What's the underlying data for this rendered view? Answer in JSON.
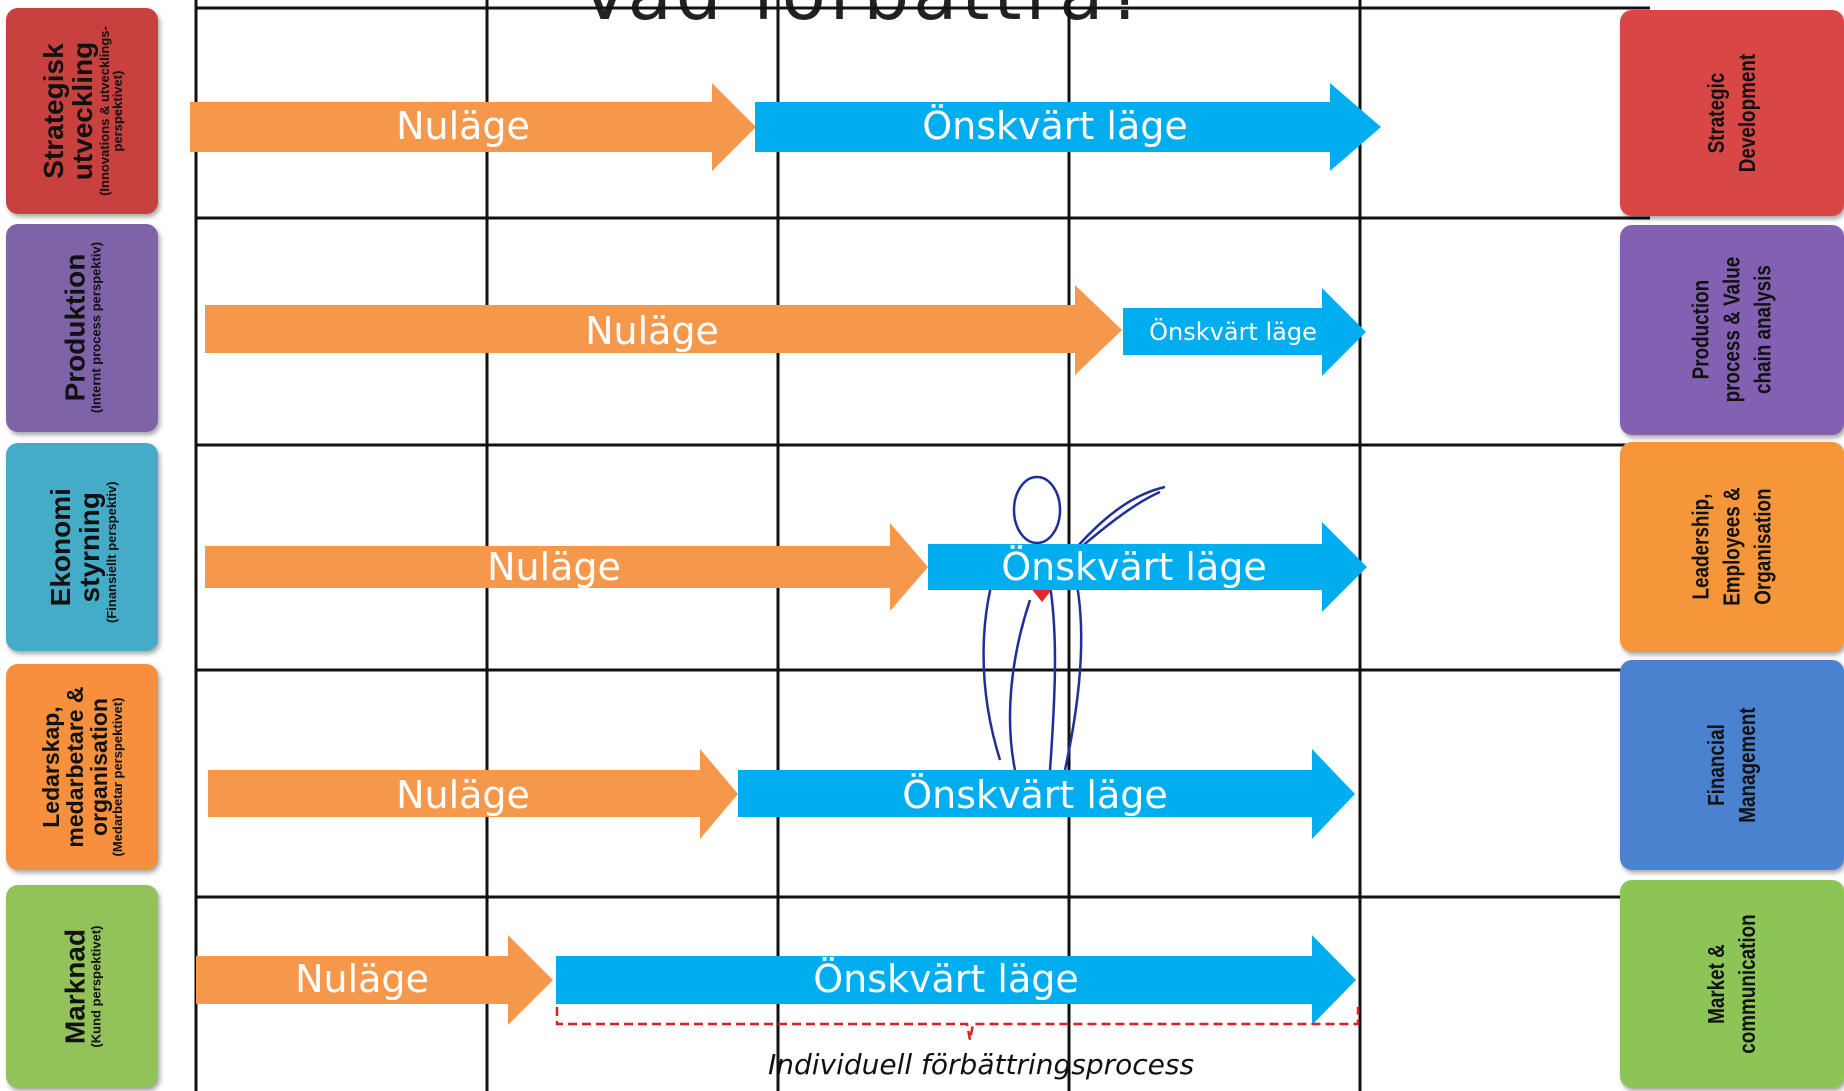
{
  "title_fragment": "Vad förbättra?",
  "left_panels": [
    {
      "main": "Strategisk utveckling",
      "sub": "(Innovations & utvecklings- perspektivet)",
      "color": "#c8413f"
    },
    {
      "main": "Produktion",
      "sub": "(Internt process perspektiv)",
      "color": "#7e63a8"
    },
    {
      "main": "Ekonomi styrning",
      "sub": "(Finansiellt perspektiv)",
      "color": "#45acc8"
    },
    {
      "main": "Ledarskap, medarbetare & organisation",
      "sub": "(Medarbetar perspektivet)",
      "color": "#f6903d"
    },
    {
      "main": "Marknad",
      "sub": "(Kund perspektivet)",
      "color": "#93c25a"
    }
  ],
  "right_panels": [
    {
      "label": "Strategic Development",
      "color": "#d94646"
    },
    {
      "label": "Production process & Value chain analysis",
      "color": "#8460b3"
    },
    {
      "label": "Leadership, Employees & Organisation",
      "color": "#f6963a"
    },
    {
      "label": "Financial Management",
      "color": "#4a82cf"
    },
    {
      "label": "Market & communication",
      "color": "#8dc456"
    }
  ],
  "rows": [
    {
      "current_label": "Nuläge",
      "desired_label": "Önskvärt läge"
    },
    {
      "current_label": "Nuläge",
      "desired_label": "Önskvärt läge"
    },
    {
      "current_label": "Nuläge",
      "desired_label": "Önskvärt läge"
    },
    {
      "current_label": "Nuläge",
      "desired_label": "Önskvärt läge"
    },
    {
      "current_label": "Nuläge",
      "desired_label": "Önskvärt läge"
    }
  ],
  "colors": {
    "current_arrow": "#f6984b",
    "desired_arrow": "#00adef",
    "bracket": "#e02020",
    "figure_line": "#1f2f9a",
    "heart": "#e5262a"
  },
  "caption": "Individuell förbättringsprocess"
}
